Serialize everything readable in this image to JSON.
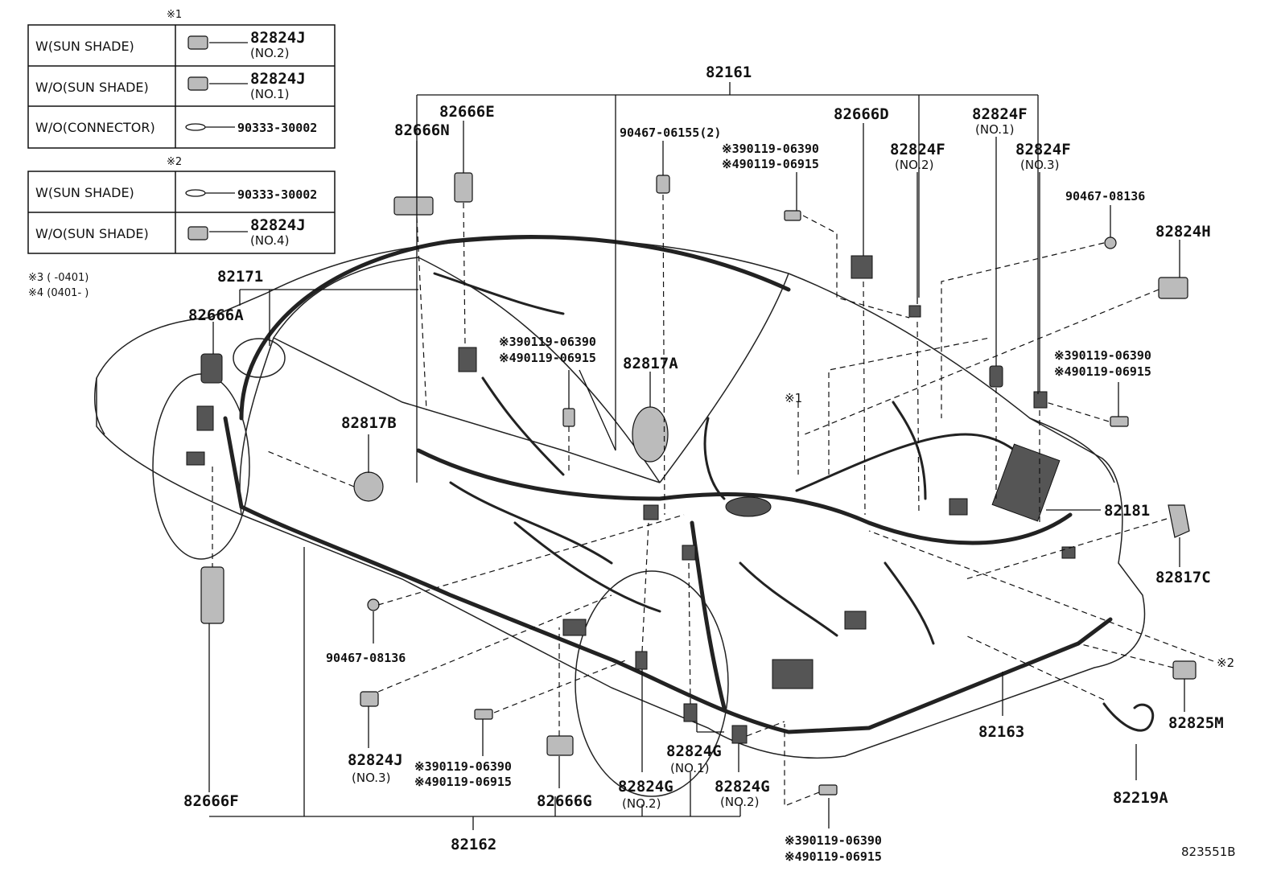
{
  "table1": {
    "mark": "※1",
    "rows": [
      {
        "cond": "W(SUN SHADE)",
        "part": "82824J",
        "sub": "(NO.2)"
      },
      {
        "cond": "W/O(SUN SHADE)",
        "part": "82824J",
        "sub": "(NO.1)"
      },
      {
        "cond": "W/O(CONNECTOR)",
        "part": "90333-30002",
        "sub": ""
      }
    ]
  },
  "table2": {
    "mark": "※2",
    "rows": [
      {
        "cond": "W(SUN SHADE)",
        "part": "90333-30002",
        "sub": ""
      },
      {
        "cond": "W/O(SUN SHADE)",
        "part": "82824J",
        "sub": "(NO.4)"
      }
    ]
  },
  "notes": [
    "※3 (     -0401)",
    "※4 (0401-     )"
  ],
  "labels": {
    "p82161": "82161",
    "p82171": "82171",
    "p82666A": "82666A",
    "p82666N": "82666N",
    "p82666E": "82666E",
    "p90467_06155": "90467-06155(2)",
    "p3_top": "※390119-06390",
    "p4_top": "※490119-06915",
    "p82666D": "82666D",
    "p82824F_1": "82824F",
    "p82824F_1s": "(NO.1)",
    "p82824F_2": "82824F",
    "p82824F_2s": "(NO.2)",
    "p82824F_3": "82824F",
    "p82824F_3s": "(NO.3)",
    "p90467_08136_r": "90467-08136",
    "p82824H": "82824H",
    "p3_mid": "※390119-06390",
    "p4_mid": "※490119-06915",
    "p82817A": "82817A",
    "p82817B": "82817B",
    "p3_right": "※390119-06390",
    "p4_right": "※490119-06915",
    "p_star1": "※1",
    "p82181": "82181",
    "p82817C": "82817C",
    "p_star2": "※2",
    "p82825M": "82825M",
    "p90467_08136_l": "90467-08136",
    "p82824J_3": "82824J",
    "p82824J_3s": "(NO.3)",
    "p3_bl": "※390119-06390",
    "p4_bl": "※490119-06915",
    "p82666F": "82666F",
    "p82666G": "82666G",
    "p82824G_2a": "82824G",
    "p82824G_2as": "(NO.2)",
    "p82824G_1": "82824G",
    "p82824G_1s": "(NO.1)",
    "p82824G_2b": "82824G",
    "p82824G_2bs": "(NO.2)",
    "p82163": "82163",
    "p82219A": "82219A",
    "p82162": "82162",
    "p3_bot": "※390119-06390",
    "p4_bot": "※490119-06915",
    "figno": "823551B"
  }
}
